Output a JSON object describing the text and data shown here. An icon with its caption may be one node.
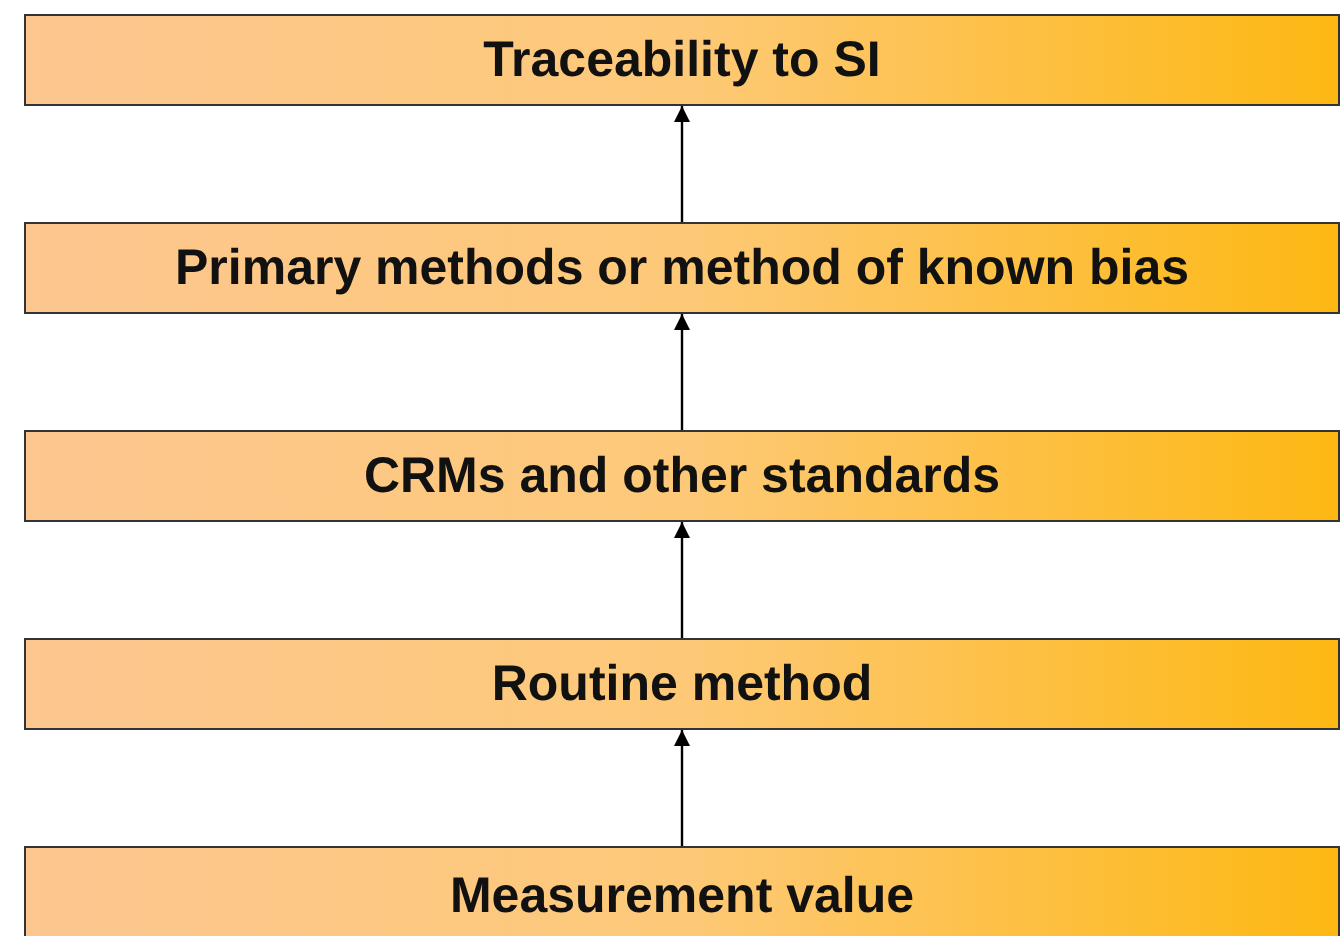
{
  "diagram": {
    "nodes": [
      {
        "text": [
          "Traceability to SI"
        ]
      },
      {
        "text": [
          "Primary methods or method of known bias"
        ]
      },
      {
        "text": [
          "CRMs and other standards"
        ]
      },
      {
        "text": [
          "Routine method"
        ]
      },
      {
        "text": [
          "Measurement value"
        ]
      }
    ],
    "edges": [
      {
        "from": 1,
        "to": 0,
        "arrow": "to"
      },
      {
        "from": 2,
        "to": 1,
        "arrow": "to"
      },
      {
        "from": 3,
        "to": 2,
        "arrow": "to"
      },
      {
        "from": 4,
        "to": 3,
        "arrow": "to"
      }
    ]
  }
}
